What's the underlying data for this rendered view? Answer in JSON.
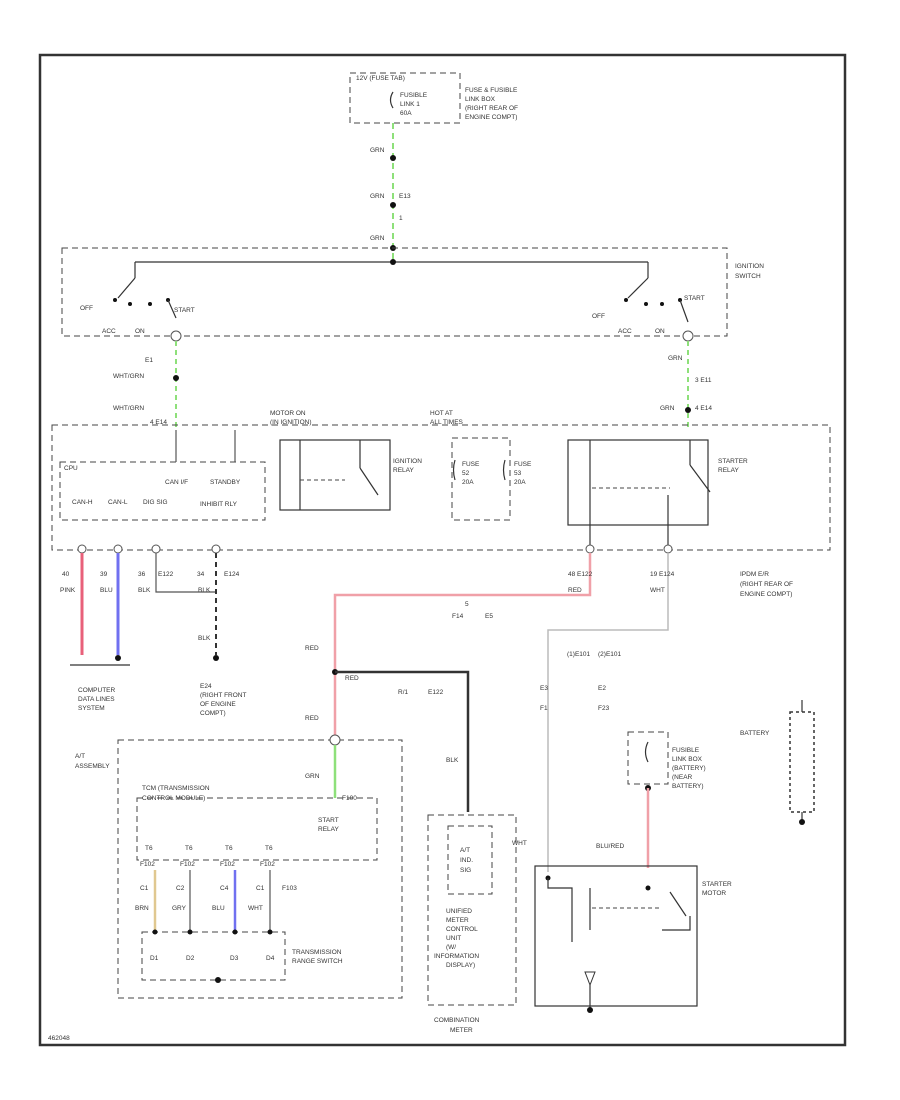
{
  "colors": {
    "frame": "#333333",
    "wire_red": "#f0a0a8",
    "wire_pink": "#e8607a",
    "wire_blue": "#7070f0",
    "wire_green": "#8ee07a",
    "wire_tan": "#e0c890",
    "wire_dark": "#333333"
  },
  "labels": {
    "source": "12V (FUSE TAB)",
    "fuse_top": [
      "FUSIBLE",
      "LINK 1",
      "60A"
    ],
    "fuse_top_loc": [
      "FUSE & FUSIBLE",
      "LINK BOX",
      "(RIGHT REAR OF",
      "ENGINE COMPT)"
    ],
    "wire_grn_1": "GRN",
    "wire_grn_2": "GRN",
    "wire_grn_3": "GRN",
    "conn_e13": "E13",
    "conn_e13_pin": "1",
    "ignition_switch": [
      "IGNITION",
      "SWITCH"
    ],
    "off_left": "OFF",
    "acc_left": "ACC",
    "on_left": "ON",
    "start_left": "START",
    "off_right": "OFF",
    "acc_right": "ACC",
    "on_right": "ON",
    "start_right": "START",
    "pin_e1": "E1",
    "wire_wht_grn": "WHT/GRN",
    "wire_wht_grn_2": "WHT/GRN",
    "pin_4_e14": "4 E14",
    "pin_3_e11": "3 E11",
    "pin_4_e14_r": "4 E14",
    "pin_grn": "GRN",
    "pin_grn_r": "GRN",
    "ipdm_motor_on": [
      "MOTOR ON",
      "(IN IGNITION)"
    ],
    "ipdm_hot_at": [
      "HOT AT",
      "ALL TIMES"
    ],
    "cpu": "CPU",
    "can_if": "CAN I/F",
    "standby": "STANDBY",
    "can_h": "CAN-H",
    "can_l": "CAN-L",
    "dig_sig": "DIG SIG",
    "inhibit_rly": "INHIBIT RLY",
    "ignition_relay": [
      "IGNITION",
      "RELAY"
    ],
    "fuse_a": [
      "FUSE",
      "52",
      "20A"
    ],
    "fuse_b": [
      "FUSE",
      "53",
      "20A"
    ],
    "starter_relay": [
      "STARTER",
      "RELAY"
    ],
    "ipdm_name": [
      "IPDM E/R",
      "(RIGHT REAR OF",
      "ENGINE COMPT)"
    ],
    "pin_40": "40",
    "pin_39": "39",
    "pin_36": "36",
    "pin_34": "34",
    "wire_pink": "PINK",
    "wire_blu": "BLU",
    "wire_blk": "BLK",
    "wire_blk_2": "BLK",
    "wire_blk_3": "BLK",
    "conn_e122": "E122",
    "conn_e124": "E124",
    "pin_48_e122": "48  E122",
    "wire_red_right": "RED",
    "pin_19_e124": "19  E124",
    "wire_wht": "WHT",
    "conn_f14": "F14",
    "conn_e5": "E5",
    "pin_5": "5",
    "wire_red_1": "RED",
    "wire_red_2": "RED",
    "wire_red_3": "RED",
    "comp_data": [
      "COMPUTER",
      "DATA LINES",
      "SYSTEM"
    ],
    "ground_e24": [
      "E24",
      "(RIGHT FRONT",
      "OF ENGINE",
      "COMPT)"
    ],
    "at_assembly": [
      "A/T",
      "ASSEMBLY"
    ],
    "tcm": [
      "TCM (TRANSMISSION",
      "CONTROL MODULE)"
    ],
    "start_relay": [
      "START",
      "RELAY"
    ],
    "pin_f1": "F1",
    "pin_f100": "F100",
    "conn_r1": "R/1",
    "conn_e122_b": "E122",
    "conn_f23": "F23",
    "pin_e101_a": "(1)E101",
    "pin_e101_b": "(2)E101",
    "conn_e3": "E3",
    "wire_blk_r": "BLK",
    "pin_e2": "E2",
    "tcm_pins": [
      "T6",
      "T6",
      "T6",
      "T6"
    ],
    "tcm_pin_sub": [
      "F102",
      "F102",
      "F102",
      "F102"
    ],
    "wire_brn": "BRN",
    "wire_gry": "GRY",
    "wire_blu_2": "BLU",
    "wire_wht_2": "WHT",
    "pin_c": [
      "C1",
      "C2",
      "C4",
      "C1"
    ],
    "range_sw": [
      "TRANSMISSION",
      "RANGE SWITCH"
    ],
    "pin_f103": "F103",
    "range_d": [
      "D1",
      "D2",
      "D3",
      "D4"
    ],
    "combo_meter_inner": [
      "A/T",
      "IND.",
      "SIG"
    ],
    "combo_meter_unit": [
      "UNIFIED",
      "METER",
      "CONTROL",
      "UNIT",
      "(W/",
      "INFORMATION",
      "DISPLAY)"
    ],
    "combo_meter": [
      "COMBINATION",
      "METER"
    ],
    "wht_right": "WHT",
    "battery": "BATTERY",
    "fuse_bat": [
      "FUSIBLE",
      "LINK BOX",
      "(BATTERY)",
      "(NEAR",
      "BATTERY)"
    ],
    "wire_blu_red": "BLU/RED",
    "starter_motor": [
      "STARTER",
      "MOTOR"
    ],
    "fig_id": "462048"
  }
}
